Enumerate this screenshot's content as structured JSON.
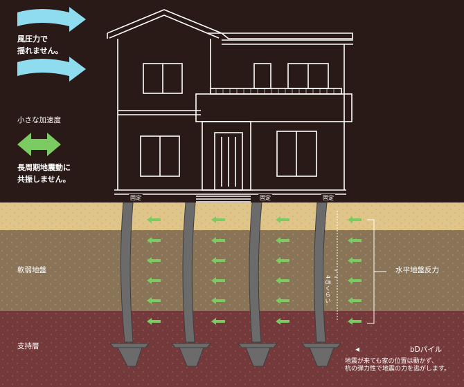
{
  "text": {
    "wind": "風圧力で\n揺れません。",
    "accel": "小さな加速度",
    "resonance": "長周期地震動に\n共振しません。",
    "fixed_labels": [
      "固定",
      "固定",
      "固定"
    ],
    "soft_ground": "軟弱地盤",
    "bearing_layer": "支持層",
    "horizontal_reaction": "水平地盤反力",
    "depth": "4㎝くらい",
    "pile_name": "bDパイル",
    "pile_desc": "地震が来ても家の位置は動かず、\n杭の弾力性で地震の力を逃がします。"
  },
  "colors": {
    "sky": "#2a1a17",
    "topsoil": "#e0c58a",
    "soft_soil": "#8a7457",
    "bearing_soil": "#74393a",
    "wind_arrow": "#8fdcef",
    "green_arrow": "#7ccb62",
    "pile": "#6b6b6b",
    "house_line": "#ffffff"
  }
}
